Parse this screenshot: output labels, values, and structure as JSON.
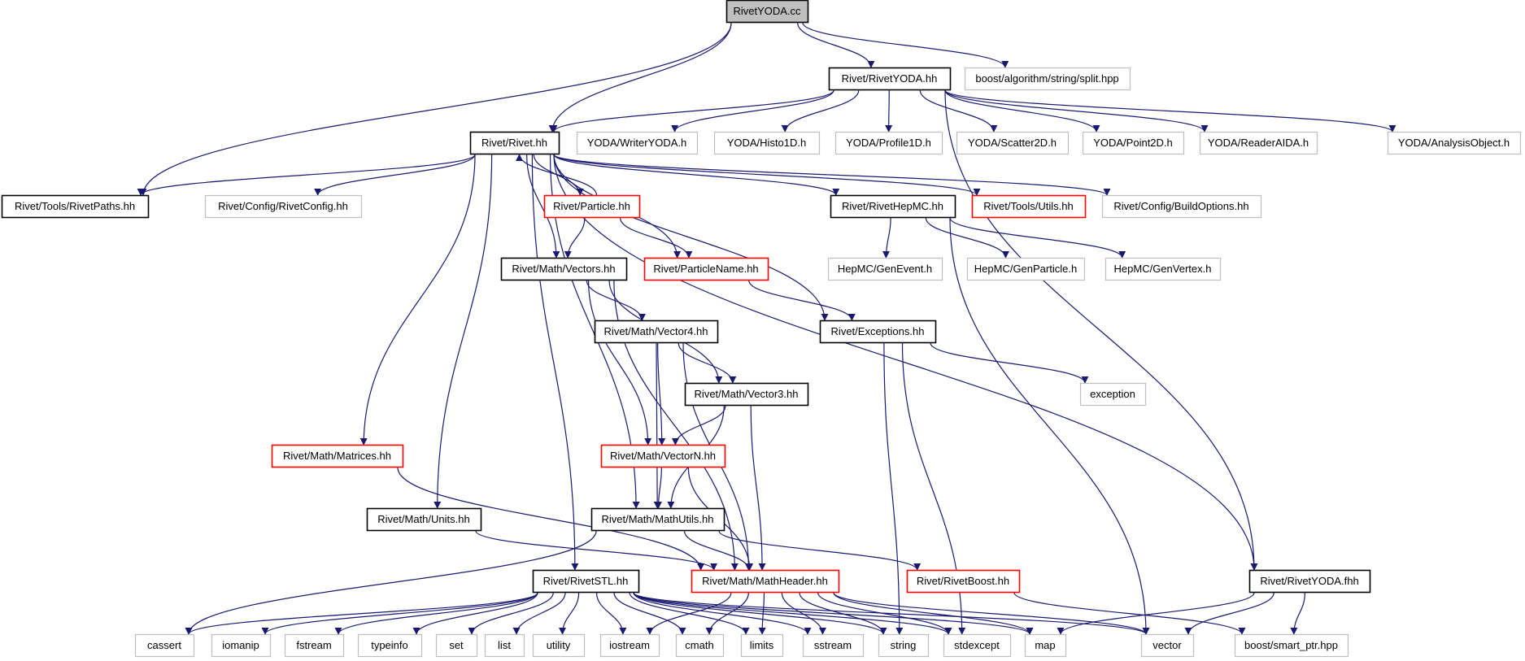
{
  "colors": {
    "edge": "#191970",
    "documented_border": "#000000",
    "external_border": "#bfbfbf",
    "truncated_border": "#ff0000",
    "root_fill": "#bfbfbf",
    "node_fill": "#ffffff"
  },
  "graph": {
    "nodes": [
      {
        "id": "n0",
        "label": "RivetYODA.cc",
        "kind": "root"
      },
      {
        "id": "n1",
        "label": "Rivet/RivetYODA.hh",
        "kind": "documented"
      },
      {
        "id": "n2",
        "label": "boost/algorithm/string/split.hpp",
        "kind": "external"
      },
      {
        "id": "n3",
        "label": "Rivet/Rivet.hh",
        "kind": "documented"
      },
      {
        "id": "n4",
        "label": "YODA/WriterYODA.h",
        "kind": "external"
      },
      {
        "id": "n5",
        "label": "YODA/Histo1D.h",
        "kind": "external"
      },
      {
        "id": "n6",
        "label": "YODA/Profile1D.h",
        "kind": "external"
      },
      {
        "id": "n7",
        "label": "YODA/Scatter2D.h",
        "kind": "external"
      },
      {
        "id": "n8",
        "label": "YODA/Point2D.h",
        "kind": "external"
      },
      {
        "id": "n9",
        "label": "YODA/ReaderAIDA.h",
        "kind": "external"
      },
      {
        "id": "n10",
        "label": "YODA/AnalysisObject.h",
        "kind": "external"
      },
      {
        "id": "n11",
        "label": "Rivet/Tools/RivetPaths.hh",
        "kind": "documented"
      },
      {
        "id": "n12",
        "label": "Rivet/Config/RivetConfig.hh",
        "kind": "external"
      },
      {
        "id": "n13",
        "label": "Rivet/Particle.hh",
        "kind": "truncated"
      },
      {
        "id": "n14",
        "label": "Rivet/RivetHepMC.hh",
        "kind": "documented"
      },
      {
        "id": "n15",
        "label": "Rivet/Tools/Utils.hh",
        "kind": "truncated"
      },
      {
        "id": "n16",
        "label": "Rivet/Config/BuildOptions.hh",
        "kind": "external"
      },
      {
        "id": "n17",
        "label": "Rivet/Math/Vectors.hh",
        "kind": "documented"
      },
      {
        "id": "n18",
        "label": "Rivet/ParticleName.hh",
        "kind": "truncated"
      },
      {
        "id": "n19",
        "label": "HepMC/GenEvent.h",
        "kind": "external"
      },
      {
        "id": "n20",
        "label": "HepMC/GenParticle.h",
        "kind": "external"
      },
      {
        "id": "n21",
        "label": "HepMC/GenVertex.h",
        "kind": "external"
      },
      {
        "id": "n22",
        "label": "Rivet/Math/Vector4.hh",
        "kind": "documented"
      },
      {
        "id": "n23",
        "label": "Rivet/Exceptions.hh",
        "kind": "documented"
      },
      {
        "id": "n24",
        "label": "Rivet/Math/Vector3.hh",
        "kind": "documented"
      },
      {
        "id": "n25",
        "label": "exception",
        "kind": "external"
      },
      {
        "id": "n26",
        "label": "Rivet/Math/Matrices.hh",
        "kind": "truncated"
      },
      {
        "id": "n27",
        "label": "Rivet/Math/VectorN.hh",
        "kind": "truncated"
      },
      {
        "id": "n28",
        "label": "Rivet/Math/Units.hh",
        "kind": "documented"
      },
      {
        "id": "n29",
        "label": "Rivet/Math/MathUtils.hh",
        "kind": "documented"
      },
      {
        "id": "n30",
        "label": "Rivet/RivetBoost.hh",
        "kind": "truncated"
      },
      {
        "id": "n31",
        "label": "Rivet/RivetSTL.hh",
        "kind": "documented"
      },
      {
        "id": "n32",
        "label": "Rivet/Math/MathHeader.hh",
        "kind": "truncated"
      },
      {
        "id": "n33",
        "label": "Rivet/RivetYODA.fhh",
        "kind": "documented"
      },
      {
        "id": "n34",
        "label": "cassert",
        "kind": "external"
      },
      {
        "id": "n35",
        "label": "iomanip",
        "kind": "external"
      },
      {
        "id": "n36",
        "label": "fstream",
        "kind": "external"
      },
      {
        "id": "n37",
        "label": "typeinfo",
        "kind": "external"
      },
      {
        "id": "n38",
        "label": "set",
        "kind": "external"
      },
      {
        "id": "n39",
        "label": "list",
        "kind": "external"
      },
      {
        "id": "n40",
        "label": "utility",
        "kind": "external"
      },
      {
        "id": "n41",
        "label": "iostream",
        "kind": "external"
      },
      {
        "id": "n42",
        "label": "cmath",
        "kind": "external"
      },
      {
        "id": "n43",
        "label": "limits",
        "kind": "external"
      },
      {
        "id": "n44",
        "label": "sstream",
        "kind": "external"
      },
      {
        "id": "n45",
        "label": "string",
        "kind": "external"
      },
      {
        "id": "n46",
        "label": "stdexcept",
        "kind": "external"
      },
      {
        "id": "n47",
        "label": "map",
        "kind": "external"
      },
      {
        "id": "n48",
        "label": "vector",
        "kind": "external"
      },
      {
        "id": "n49",
        "label": "boost/smart_ptr.hpp",
        "kind": "external"
      }
    ],
    "edges": [
      [
        "n0",
        "n1"
      ],
      [
        "n0",
        "n2"
      ],
      [
        "n0",
        "n3"
      ],
      [
        "n0",
        "n11"
      ],
      [
        "n1",
        "n3"
      ],
      [
        "n1",
        "n4"
      ],
      [
        "n1",
        "n5"
      ],
      [
        "n1",
        "n6"
      ],
      [
        "n1",
        "n7"
      ],
      [
        "n1",
        "n8"
      ],
      [
        "n1",
        "n9"
      ],
      [
        "n1",
        "n10"
      ],
      [
        "n1",
        "n33"
      ],
      [
        "n3",
        "n11"
      ],
      [
        "n3",
        "n12"
      ],
      [
        "n3",
        "n13"
      ],
      [
        "n3",
        "n14"
      ],
      [
        "n3",
        "n15"
      ],
      [
        "n3",
        "n16"
      ],
      [
        "n3",
        "n17"
      ],
      [
        "n3",
        "n18"
      ],
      [
        "n3",
        "n23"
      ],
      [
        "n3",
        "n26"
      ],
      [
        "n3",
        "n28"
      ],
      [
        "n3",
        "n29"
      ],
      [
        "n3",
        "n31"
      ],
      [
        "n3",
        "n33"
      ],
      [
        "n13",
        "n3"
      ],
      [
        "n13",
        "n17"
      ],
      [
        "n13",
        "n18"
      ],
      [
        "n14",
        "n19"
      ],
      [
        "n14",
        "n20"
      ],
      [
        "n14",
        "n21"
      ],
      [
        "n14",
        "n48"
      ],
      [
        "n17",
        "n22"
      ],
      [
        "n17",
        "n24"
      ],
      [
        "n17",
        "n27"
      ],
      [
        "n17",
        "n32"
      ],
      [
        "n18",
        "n23"
      ],
      [
        "n22",
        "n24"
      ],
      [
        "n22",
        "n27"
      ],
      [
        "n22",
        "n29"
      ],
      [
        "n22",
        "n32"
      ],
      [
        "n23",
        "n25"
      ],
      [
        "n23",
        "n45"
      ],
      [
        "n23",
        "n46"
      ],
      [
        "n24",
        "n27"
      ],
      [
        "n24",
        "n29"
      ],
      [
        "n24",
        "n32"
      ],
      [
        "n26",
        "n32"
      ],
      [
        "n27",
        "n29"
      ],
      [
        "n27",
        "n32"
      ],
      [
        "n28",
        "n32"
      ],
      [
        "n29",
        "n32"
      ],
      [
        "n29",
        "n30"
      ],
      [
        "n29",
        "n34"
      ],
      [
        "n30",
        "n49"
      ],
      [
        "n31",
        "n34"
      ],
      [
        "n31",
        "n35"
      ],
      [
        "n31",
        "n36"
      ],
      [
        "n31",
        "n37"
      ],
      [
        "n31",
        "n38"
      ],
      [
        "n31",
        "n39"
      ],
      [
        "n31",
        "n40"
      ],
      [
        "n31",
        "n41"
      ],
      [
        "n31",
        "n42"
      ],
      [
        "n31",
        "n43"
      ],
      [
        "n31",
        "n44"
      ],
      [
        "n31",
        "n45"
      ],
      [
        "n31",
        "n46"
      ],
      [
        "n31",
        "n47"
      ],
      [
        "n31",
        "n48"
      ],
      [
        "n32",
        "n41"
      ],
      [
        "n32",
        "n42"
      ],
      [
        "n32",
        "n43"
      ],
      [
        "n32",
        "n44"
      ],
      [
        "n32",
        "n45"
      ],
      [
        "n32",
        "n46"
      ],
      [
        "n32",
        "n47"
      ],
      [
        "n32",
        "n48"
      ],
      [
        "n33",
        "n47"
      ],
      [
        "n33",
        "n48"
      ],
      [
        "n33",
        "n49"
      ]
    ]
  }
}
